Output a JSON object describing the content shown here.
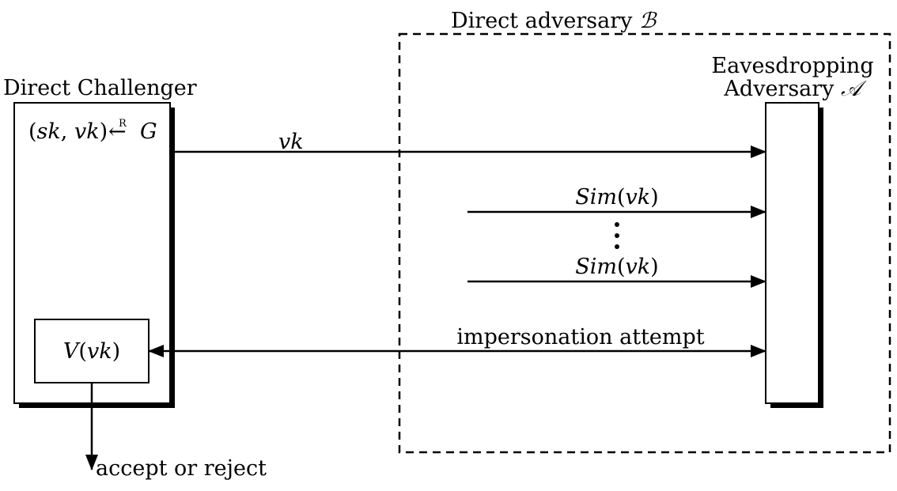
{
  "challenger": {
    "title": "Direct Challenger",
    "keygen": {
      "lhs": "(sk, vk)",
      "arrow": "←",
      "arrow_mark": "R",
      "rhs": "G"
    },
    "verifier": "V(vk)"
  },
  "adversary_b": {
    "label": "Direct adversary",
    "symbol": "ℬ"
  },
  "adversary_a": {
    "line1": "Eavesdropping",
    "line2": "Adversary",
    "symbol": "𝒜"
  },
  "messages": {
    "vk": "vk",
    "sim1": "Sim(vk)",
    "dots": "⋮",
    "sim2": "Sim(vk)",
    "impersonation": "impersonation attempt",
    "output": "accept or reject"
  },
  "colors": {
    "stroke": "#000000",
    "background": "#ffffff"
  }
}
